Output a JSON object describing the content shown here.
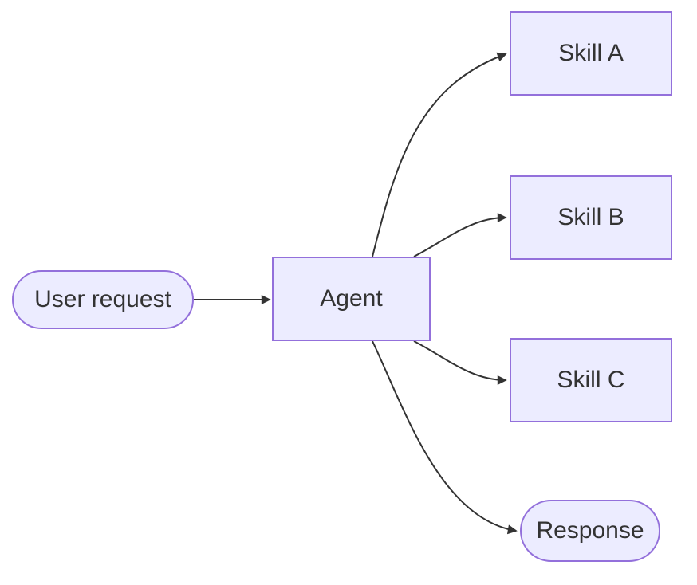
{
  "diagram": {
    "type": "flowchart",
    "direction": "left-to-right",
    "background": "#FFFFFF",
    "colors": {
      "node_fill": "#ECECFF",
      "node_border": "#9370DB",
      "edge_stroke": "#333333",
      "text": "#333333"
    },
    "nodes": {
      "user_request": {
        "label": "User request",
        "shape": "stadium"
      },
      "agent": {
        "label": "Agent",
        "shape": "rectangle"
      },
      "skill_a": {
        "label": "Skill A",
        "shape": "rectangle"
      },
      "skill_b": {
        "label": "Skill B",
        "shape": "rectangle"
      },
      "skill_c": {
        "label": "Skill C",
        "shape": "rectangle"
      },
      "response": {
        "label": "Response",
        "shape": "stadium"
      }
    },
    "edges": [
      {
        "from": "user_request",
        "to": "agent",
        "arrow": "triangle"
      },
      {
        "from": "agent",
        "to": "skill_a",
        "arrow": "triangle"
      },
      {
        "from": "agent",
        "to": "skill_b",
        "arrow": "triangle"
      },
      {
        "from": "agent",
        "to": "skill_c",
        "arrow": "triangle"
      },
      {
        "from": "agent",
        "to": "response",
        "arrow": "triangle"
      }
    ]
  }
}
